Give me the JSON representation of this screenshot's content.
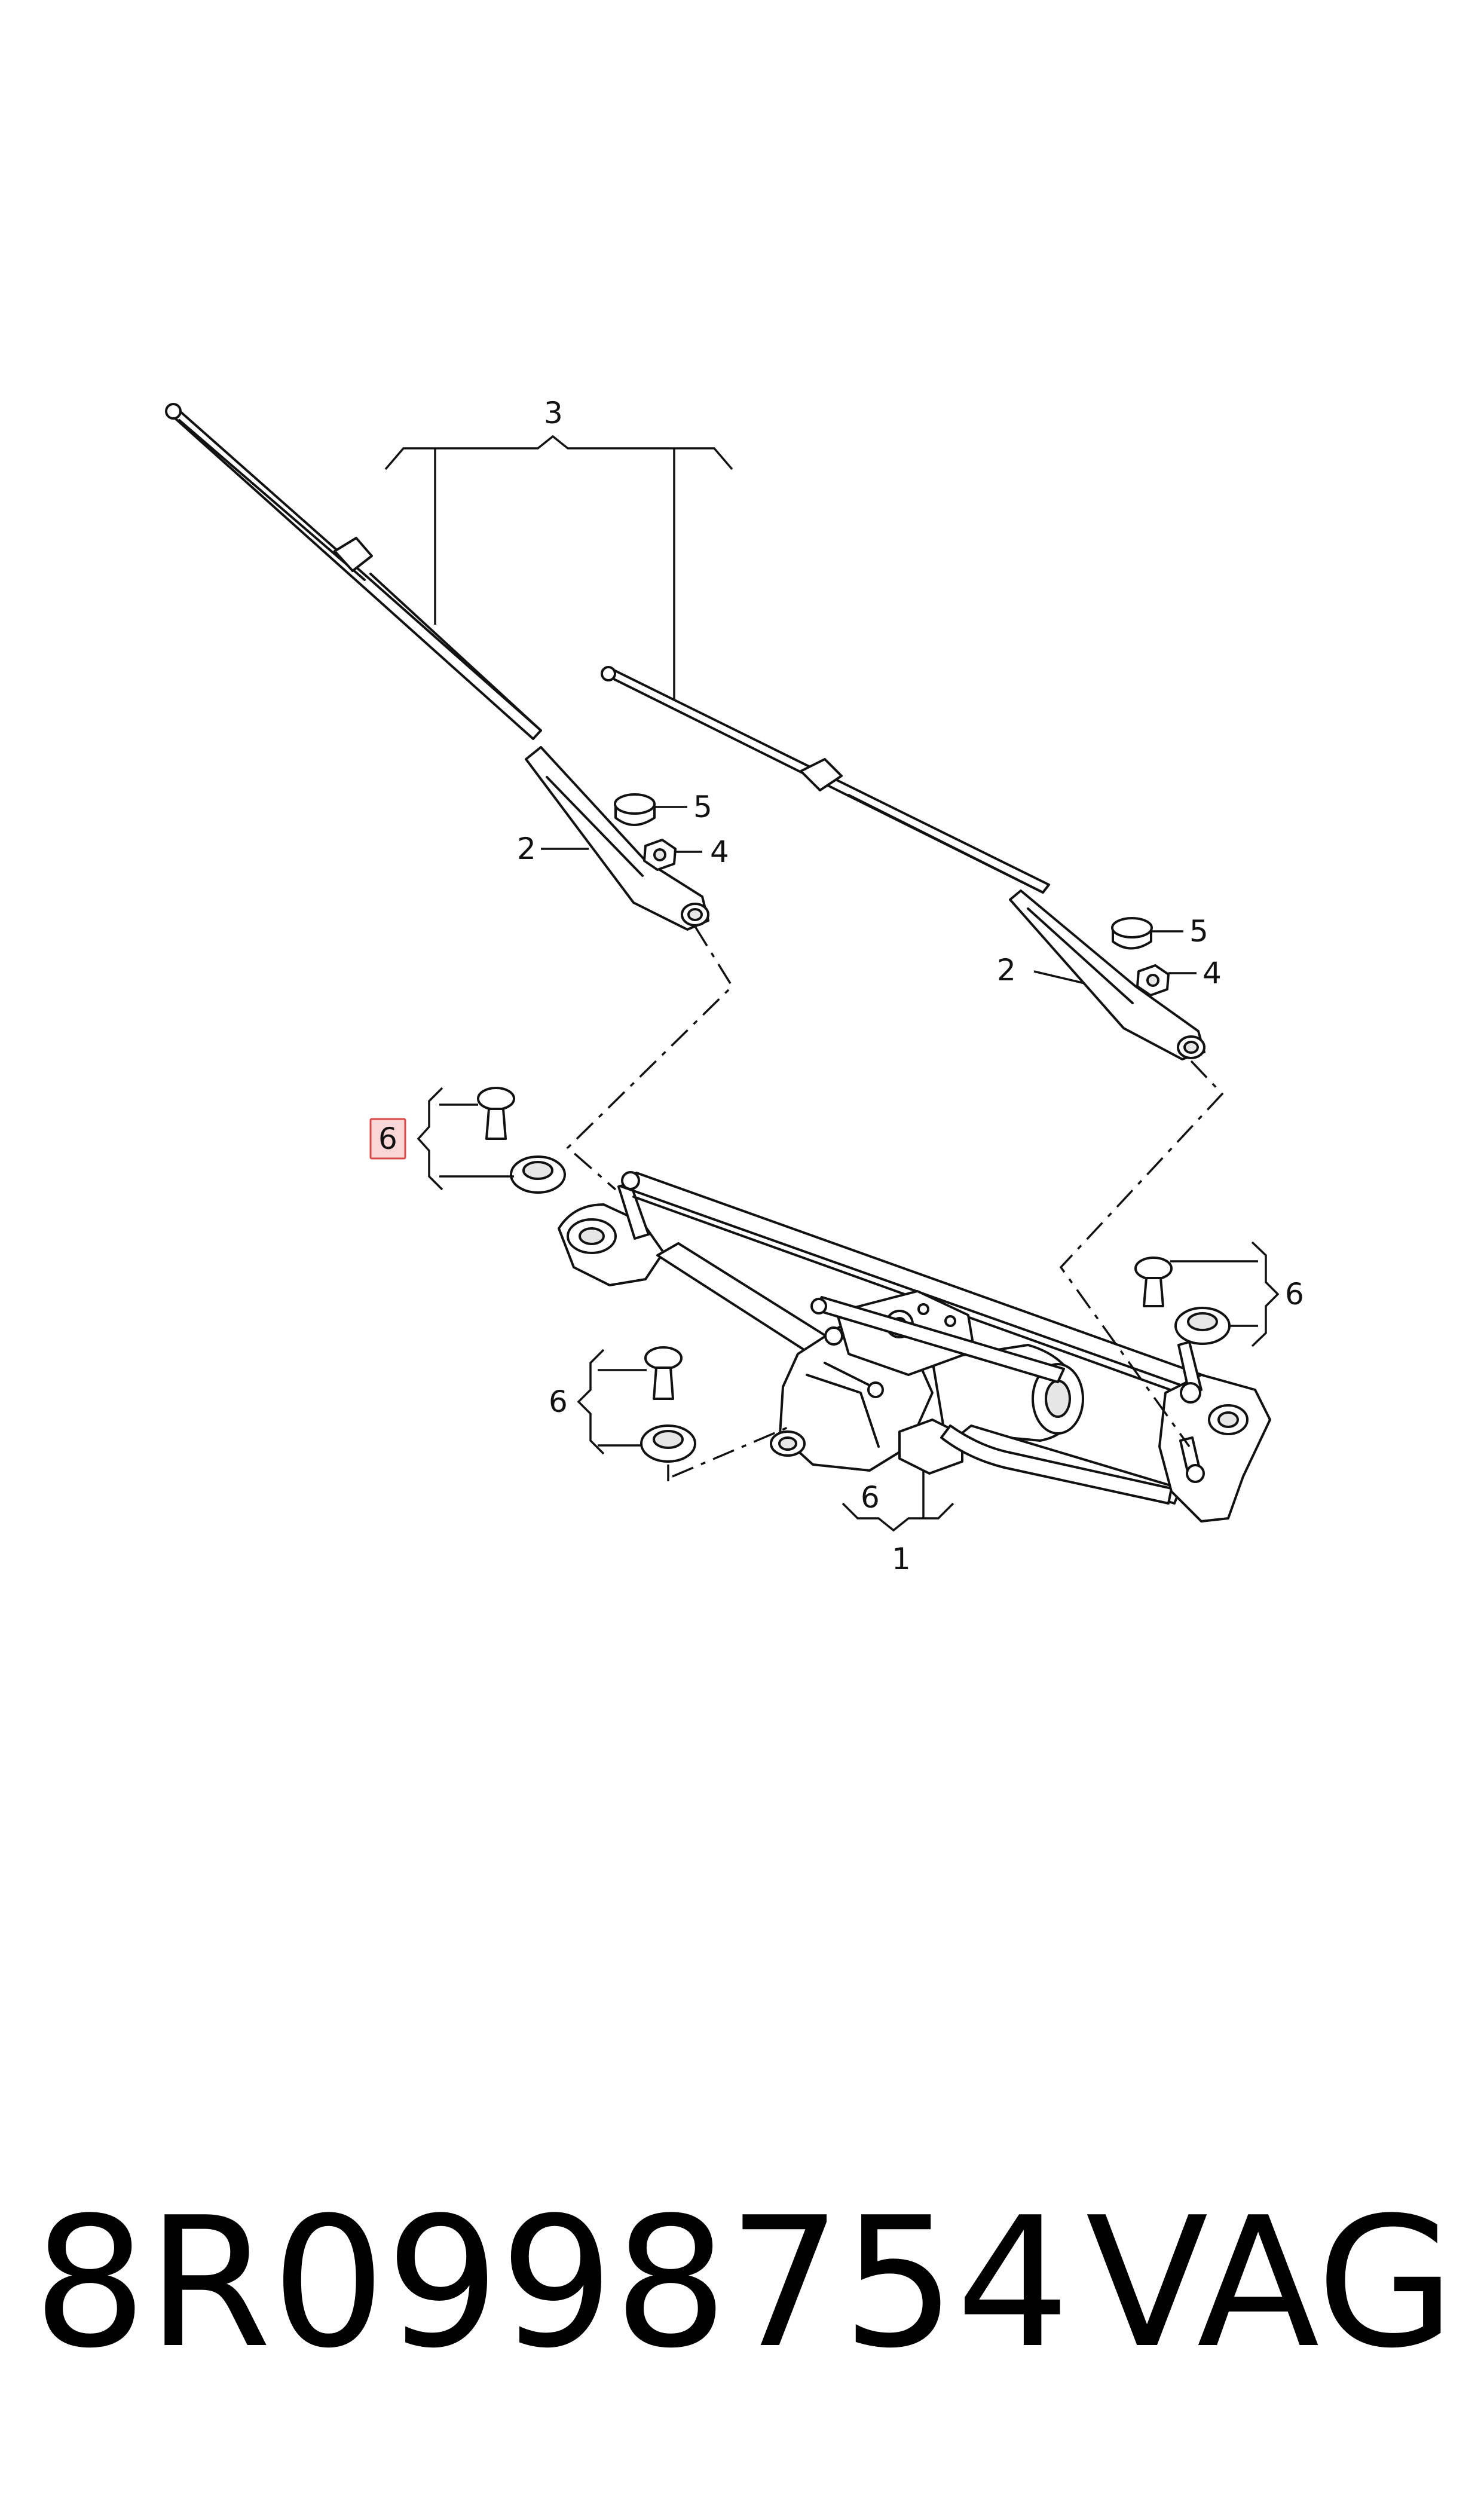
{
  "diagram": {
    "callouts": {
      "c1": "1",
      "c2a": "2",
      "c2b": "2",
      "c3": "3",
      "c4a": "4",
      "c4b": "4",
      "c5a": "5",
      "c5b": "5",
      "c6_highlight": "6",
      "c6_right": "6",
      "c6_lower_left": "6",
      "c6_bottom": "6"
    },
    "highlighted_callout": "6"
  },
  "caption": {
    "part_number": "8R0998754",
    "brand": "VAG"
  },
  "colors": {
    "highlight_fill": "#fbd6d6",
    "highlight_stroke": "#d84848",
    "line": "#111111"
  }
}
